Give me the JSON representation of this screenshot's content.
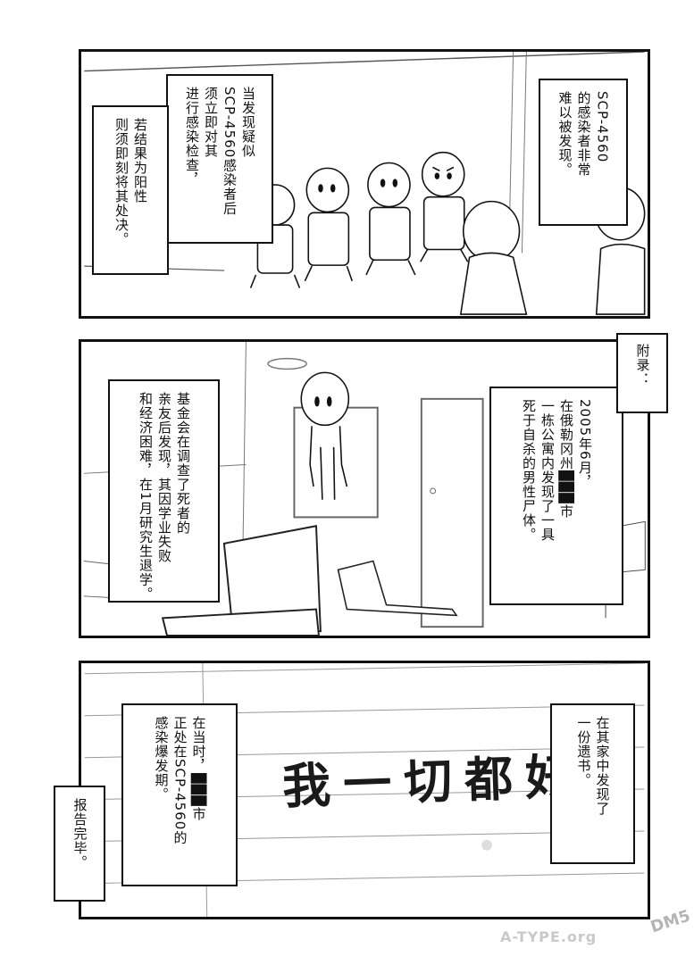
{
  "panel1": {
    "caption_left": [
      "当发现疑似",
      "SCP-4560感染者后",
      "须立即对其",
      "进行感染检查，"
    ],
    "caption_left2": [
      "若结果为阳性",
      "则须即刻将其处决。"
    ],
    "caption_right": [
      "SCP-4560",
      "的感染者非常",
      "难以被发现。"
    ]
  },
  "panel2": {
    "appendix_label": [
      "附录："
    ],
    "caption_left": [
      "基金会在调查了死者的",
      "亲友后发现，其因学业失败",
      "和经济困难，在1月研究生退学。"
    ],
    "caption_right": [
      "2005年6月，",
      "在俄勒冈州███市",
      "一栋公寓内发现了一具",
      "死于自杀的男性尸体。"
    ]
  },
  "panel3": {
    "note_text": "我一切都好",
    "caption_left": [
      "在当时，███市",
      "正处在SCP-4560的",
      "感染爆发期。"
    ],
    "caption_right": [
      "在其家中发现了",
      "一份遗书。"
    ],
    "report_label": [
      "报告完毕。"
    ]
  },
  "watermark": {
    "site": "A-TYPE.org",
    "logo": "DM5"
  }
}
